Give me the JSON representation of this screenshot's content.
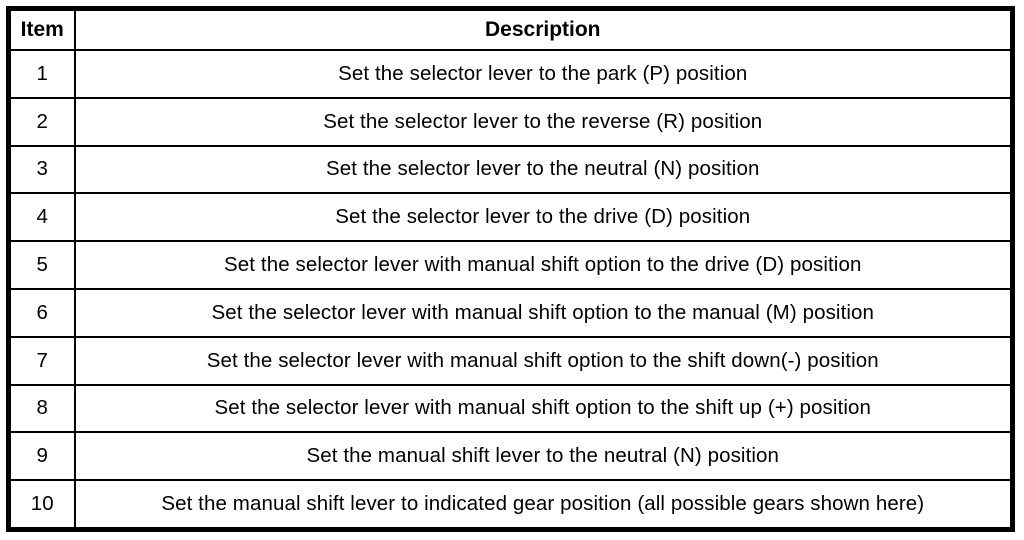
{
  "table": {
    "columns": {
      "item": "Item",
      "description": "Description"
    },
    "rows": [
      {
        "item": "1",
        "description": "Set the selector lever to the park (P) position"
      },
      {
        "item": "2",
        "description": "Set the selector lever to the reverse (R) position"
      },
      {
        "item": "3",
        "description": "Set the selector lever to the neutral (N) position"
      },
      {
        "item": "4",
        "description": "Set the selector lever to the drive (D) position"
      },
      {
        "item": "5",
        "description": "Set the selector lever with manual shift option to the drive (D) position"
      },
      {
        "item": "6",
        "description": "Set the selector lever with manual shift option to the manual (M) position"
      },
      {
        "item": "7",
        "description": "Set the selector lever with manual shift option to the shift down(-) position"
      },
      {
        "item": "8",
        "description": "Set the selector lever with manual shift option to the shift up (+) position"
      },
      {
        "item": "9",
        "description": "Set the manual shift lever to the neutral (N) position"
      },
      {
        "item": "10",
        "description": "Set the manual shift lever to indicated gear position (all possible gears shown here)"
      }
    ]
  }
}
